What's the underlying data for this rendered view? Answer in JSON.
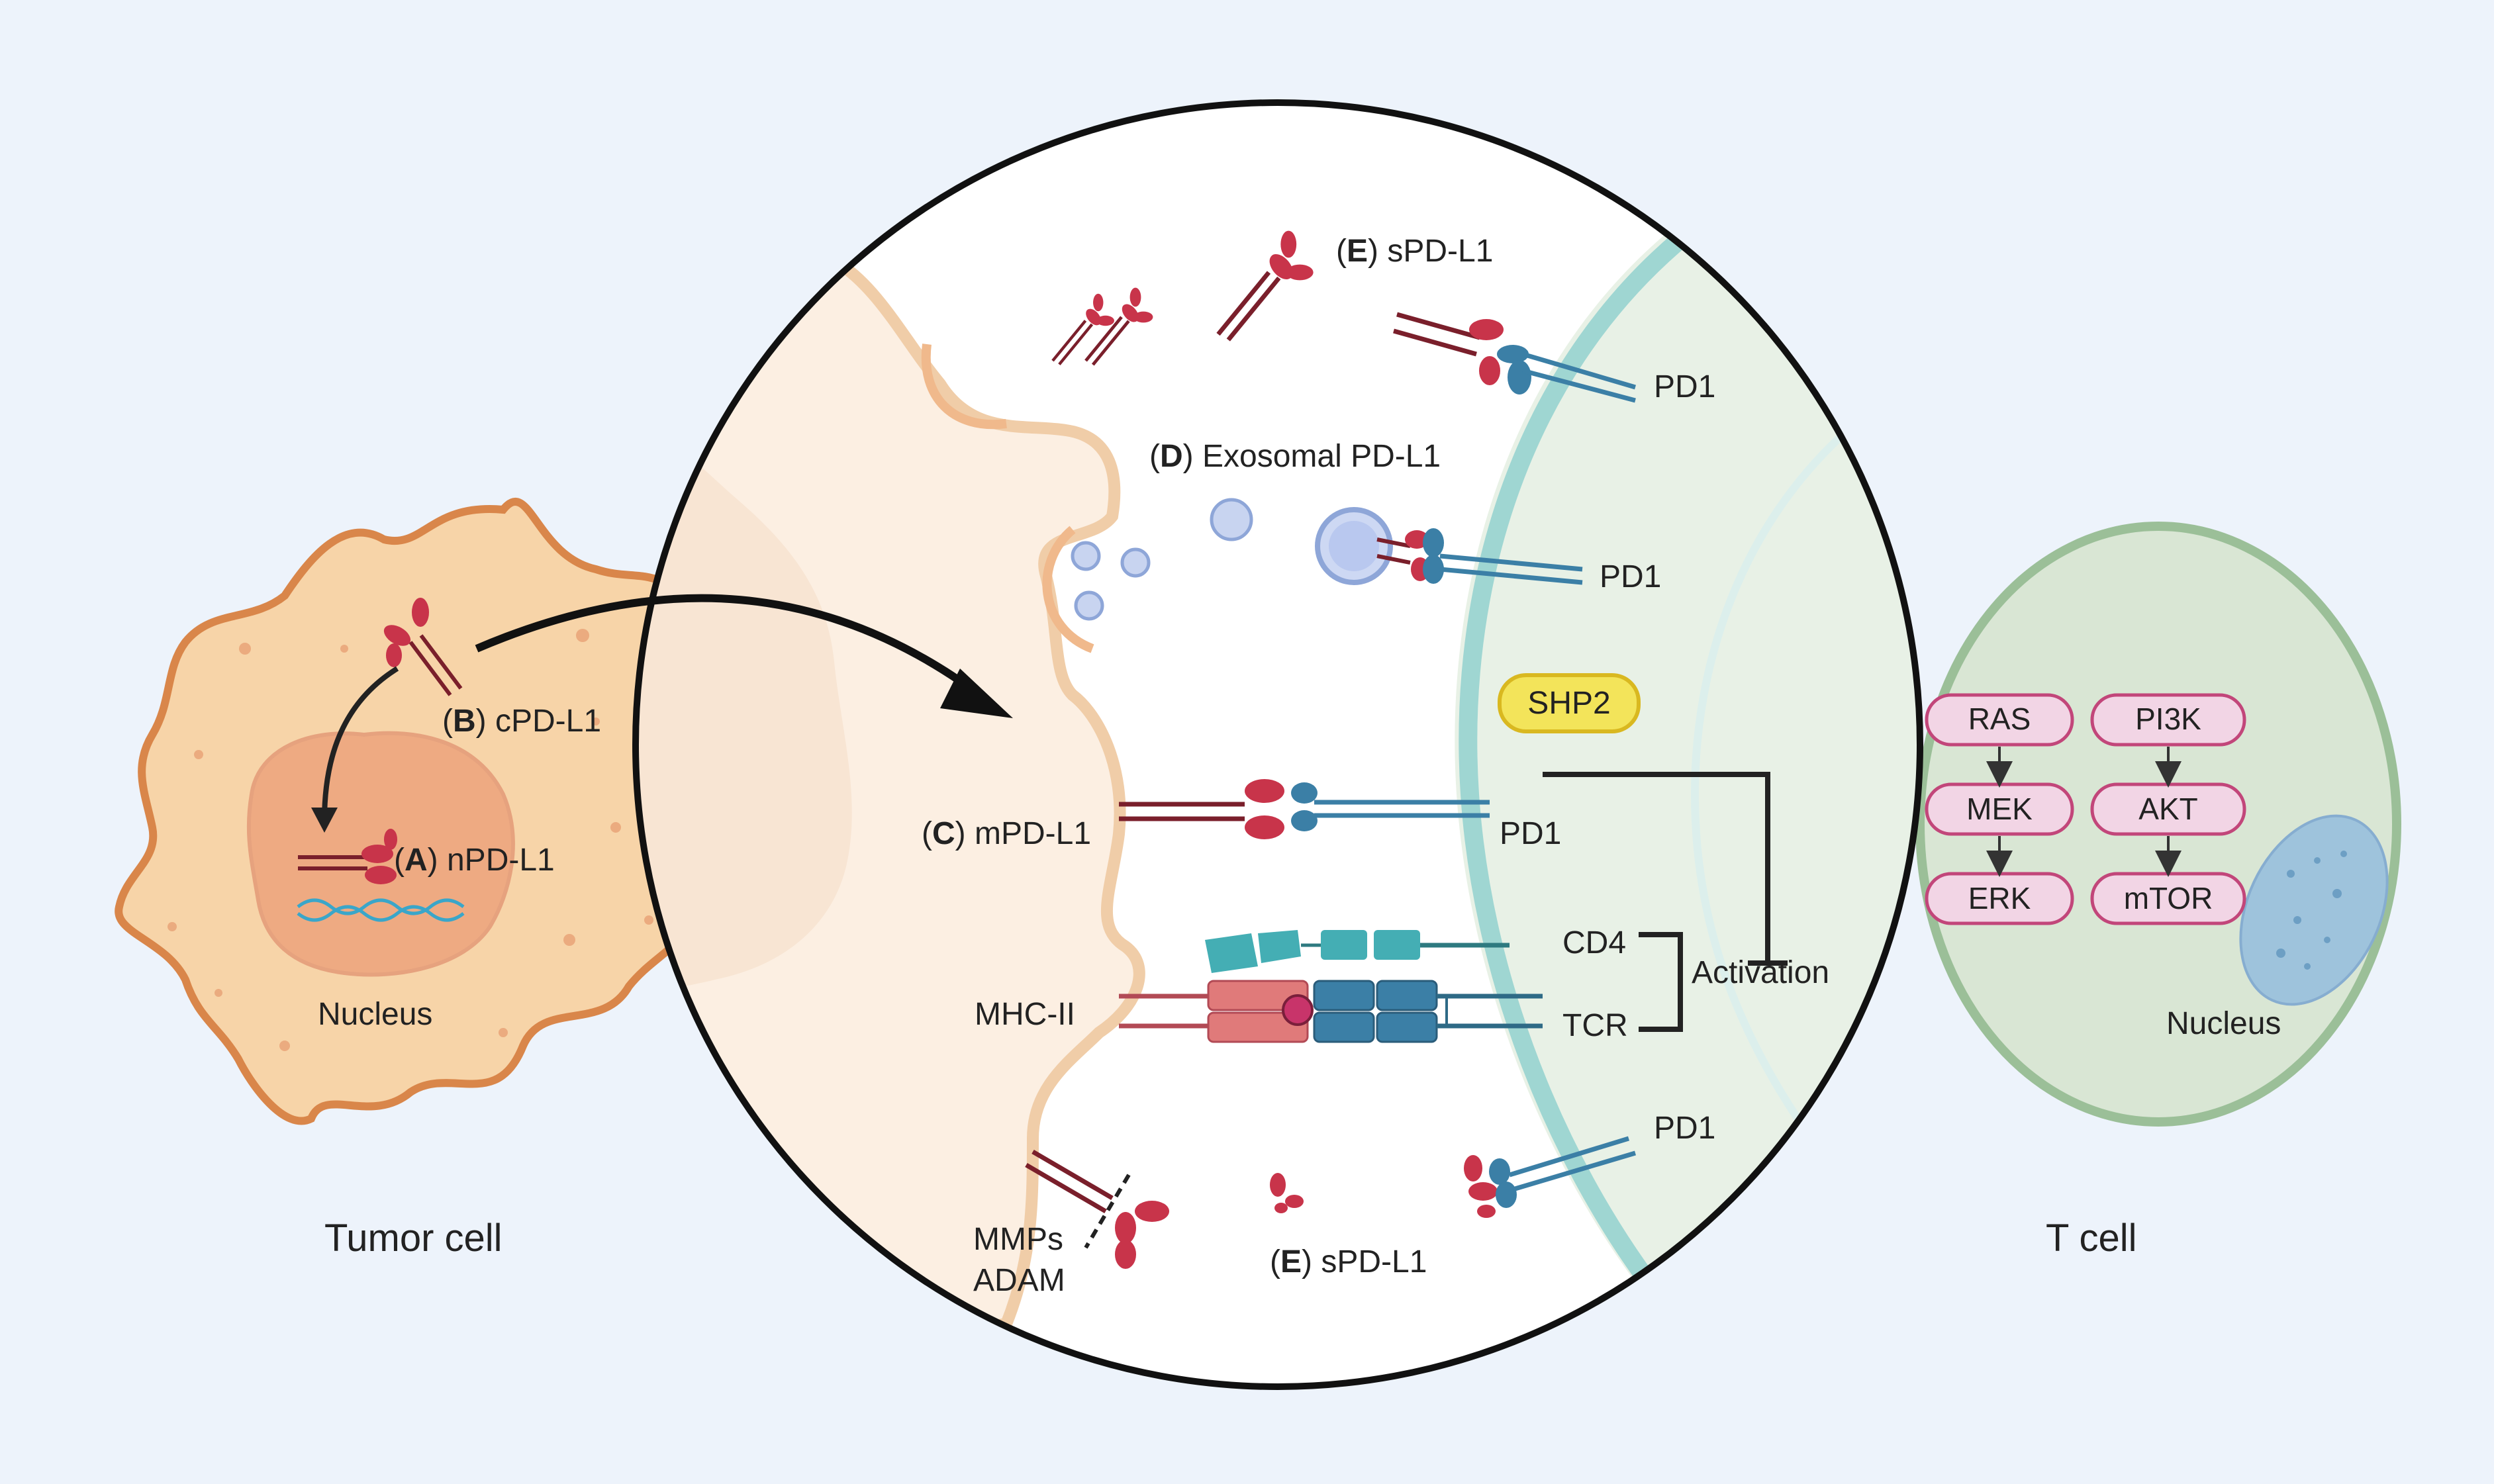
{
  "labels": {
    "tumor_cell": "Tumor cell",
    "t_cell": "T cell",
    "tumor_nucleus": "Nucleus",
    "tcell_nucleus": "Nucleus",
    "npdl1": {
      "letter": "A",
      "text": "nPD-L1"
    },
    "cpdl1": {
      "letter": "B",
      "text": "cPD-L1"
    },
    "mpdl1": {
      "letter": "C",
      "text": "mPD-L1"
    },
    "exosomal": {
      "letter": "D",
      "text": "Exosomal PD-L1"
    },
    "spdl1_top": {
      "letter": "E",
      "text": "sPD-L1"
    },
    "spdl1_bottom": {
      "letter": "E",
      "text": "sPD-L1"
    },
    "pd1_1": "PD1",
    "pd1_2": "PD1",
    "pd1_3": "PD1",
    "pd1_4": "PD1",
    "shp2": "SHP2",
    "cd4": "CD4",
    "tcr": "TCR",
    "mhc2": "MHC-II",
    "activation": "Activation",
    "mmps": "MMPs",
    "adam": "ADAM"
  },
  "pathways": {
    "left": [
      "RAS",
      "MEK",
      "ERK"
    ],
    "right": [
      "PI3K",
      "AKT",
      "mTOR"
    ]
  },
  "colors": {
    "background": "#edf3fb",
    "tumor_fill": "#f7d4a8",
    "tumor_outline": "#d9864a",
    "tcell_fill": "#d9e6d4",
    "tcell_outline": "#9bbf98",
    "pdl1": "#c8344a",
    "pd1": "#3b7fa6",
    "shp2": "#f3e45a",
    "pill_fill": "#f2d5e5",
    "pill_outline": "#c2467a",
    "membrane_teal": "#9fd6d2"
  }
}
